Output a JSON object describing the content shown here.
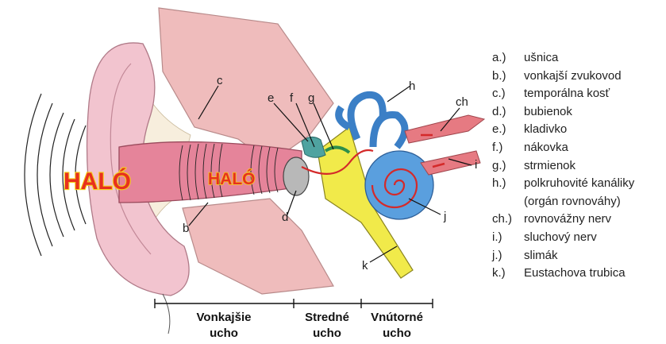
{
  "sound_text": {
    "outer": "HALÓ",
    "inner": "HALÓ"
  },
  "callouts": {
    "c": "c",
    "e": "e",
    "f": "f",
    "g": "g",
    "h": "h",
    "ch": "ch",
    "i": "i",
    "j": "j",
    "k": "k",
    "b": "b",
    "d": "d"
  },
  "legend": [
    {
      "key": "a.)",
      "text": "ušnica"
    },
    {
      "key": "b.)",
      "text": "vonkajší zvukovod"
    },
    {
      "key": "c.)",
      "text": "temporálna kosť"
    },
    {
      "key": "d.)",
      "text": "bubienok"
    },
    {
      "key": "e.)",
      "text": "kladivko"
    },
    {
      "key": "f.)",
      "text": "nákovka"
    },
    {
      "key": "g.)",
      "text": "strmienok"
    },
    {
      "key": "h.)",
      "text": "polkruhovité kanáliky"
    },
    {
      "key": "",
      "text": "(orgán rovnováhy)"
    },
    {
      "key": "ch.)",
      "text": "rovnovážny nerv"
    },
    {
      "key": "i.)",
      "text": "sluchový nerv"
    },
    {
      "key": "j.)",
      "text": "slimák"
    },
    {
      "key": "k.)",
      "text": "Eustachova trubica"
    }
  ],
  "sections": {
    "outer": {
      "line1": "Vonkajšie",
      "line2": "ucho"
    },
    "middle": {
      "line1": "Stredné",
      "line2": "ucho"
    },
    "inner": {
      "line1": "Vnútorné",
      "line2": "ucho"
    }
  },
  "colors": {
    "skin": "#f2c4cf",
    "canal": "#e5849a",
    "bone": "#efbcbc",
    "cochlea": "#5a9fde",
    "stapes": "#f1ea4a",
    "nerve": "#e67a82",
    "sound_path": "#d42a2a"
  }
}
